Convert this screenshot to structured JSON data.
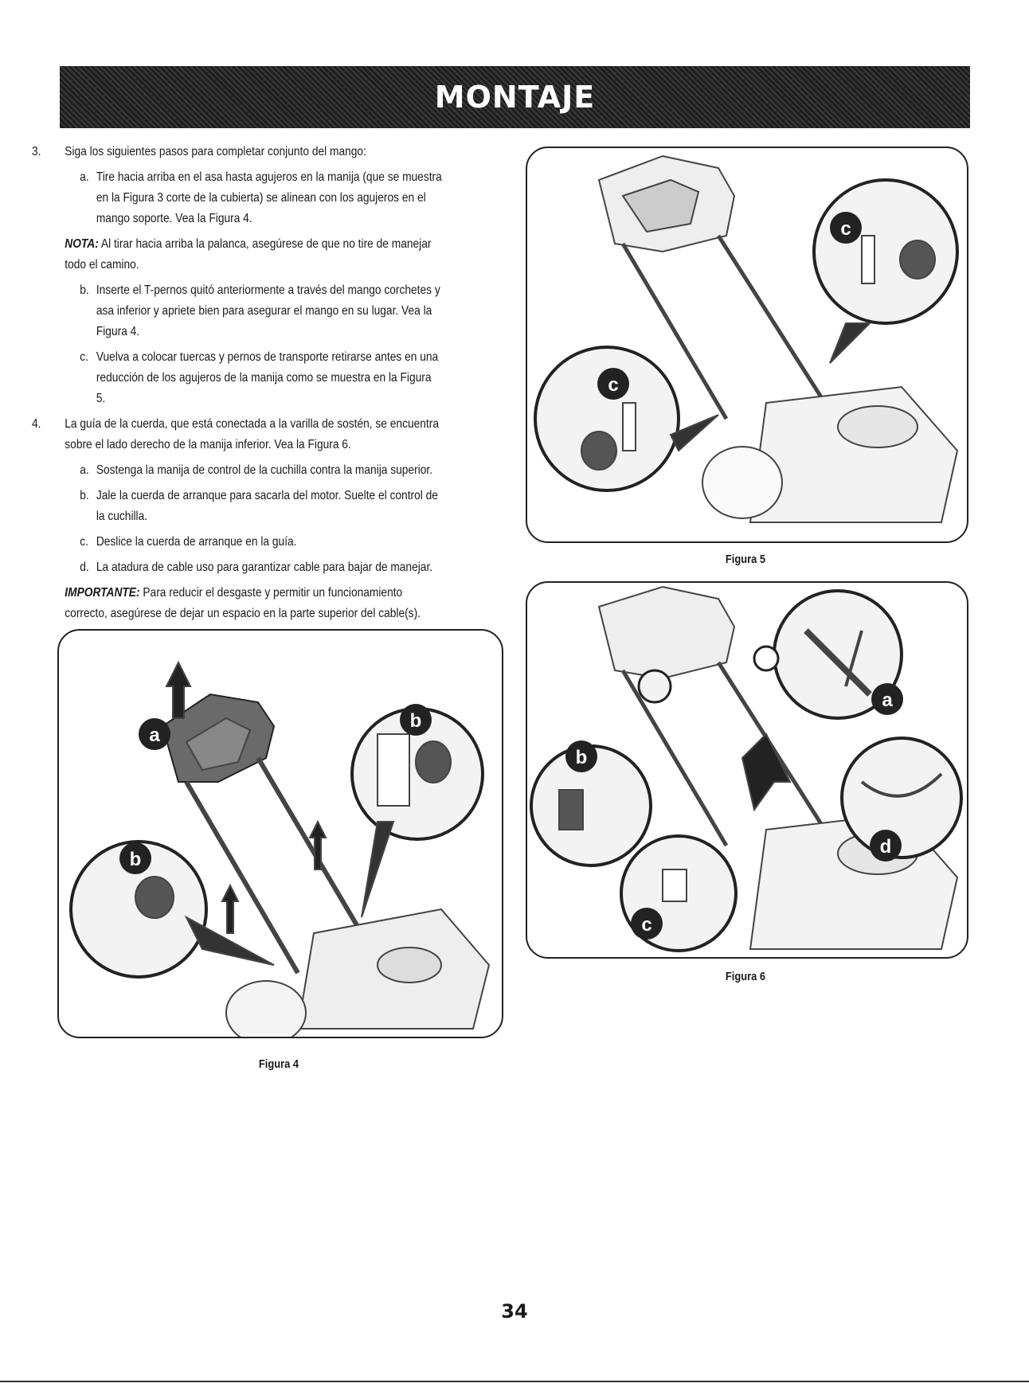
{
  "header": {
    "title": "MONTAJE"
  },
  "steps": {
    "s3": {
      "num": "3.",
      "text": "Siga los siguientes pasos para completar conjunto del mango:",
      "a": {
        "letter": "a.",
        "text": "Tire hacia arriba en el asa hasta agujeros en la manija (que se muestra en la Figura 3 corte de la cubierta) se alinean con los agujeros en el mango soporte. Vea la Figura 4."
      },
      "note": {
        "label": "NOTA:",
        "text": " Al tirar hacia arriba la palanca, asegúrese de que no tire de manejar todo el camino."
      },
      "b": {
        "letter": "b.",
        "text": "Inserte el T-pernos quitó anteriormente a través del mango corchetes y asa inferior y apriete bien para asegurar el mango en su lugar. Vea la Figura 4."
      },
      "c": {
        "letter": "c.",
        "text": "Vuelva a colocar tuercas y pernos de transporte retirarse antes en una reducción de los agujeros de la manija como se muestra en la Figura 5."
      }
    },
    "s4": {
      "num": "4.",
      "text": "La guía de la cuerda, que está conectada a la varilla de sostén, se encuentra sobre el lado derecho de la manija inferior. Vea la Figura 6.",
      "a": {
        "letter": "a.",
        "text": "Sostenga la manija de control de la cuchilla contra la manija superior."
      },
      "b": {
        "letter": "b.",
        "text": "Jale la cuerda de arranque para sacarla del motor. Suelte el control de la cuchilla."
      },
      "c": {
        "letter": "c.",
        "text": "Deslice la cuerda de arranque en la guía."
      },
      "d": {
        "letter": "d.",
        "text": "La atadura de cable uso para garantizar cable para bajar de manejar."
      },
      "important": {
        "label": "IMPORTANTE:",
        "text": " Para reducir el desgaste y permitir un funcionamiento correcto, asegúrese de dejar un espacio en la parte superior del cable(s)."
      }
    }
  },
  "figures": {
    "fig4": {
      "caption": "Figura 4",
      "callouts": [
        "a",
        "b",
        "b"
      ]
    },
    "fig5": {
      "caption": "Figura 5",
      "callouts": [
        "c",
        "c"
      ]
    },
    "fig6": {
      "caption": "Figura 6",
      "callouts": [
        "a",
        "b",
        "c",
        "d"
      ]
    }
  },
  "footer": {
    "page_number": "34"
  }
}
